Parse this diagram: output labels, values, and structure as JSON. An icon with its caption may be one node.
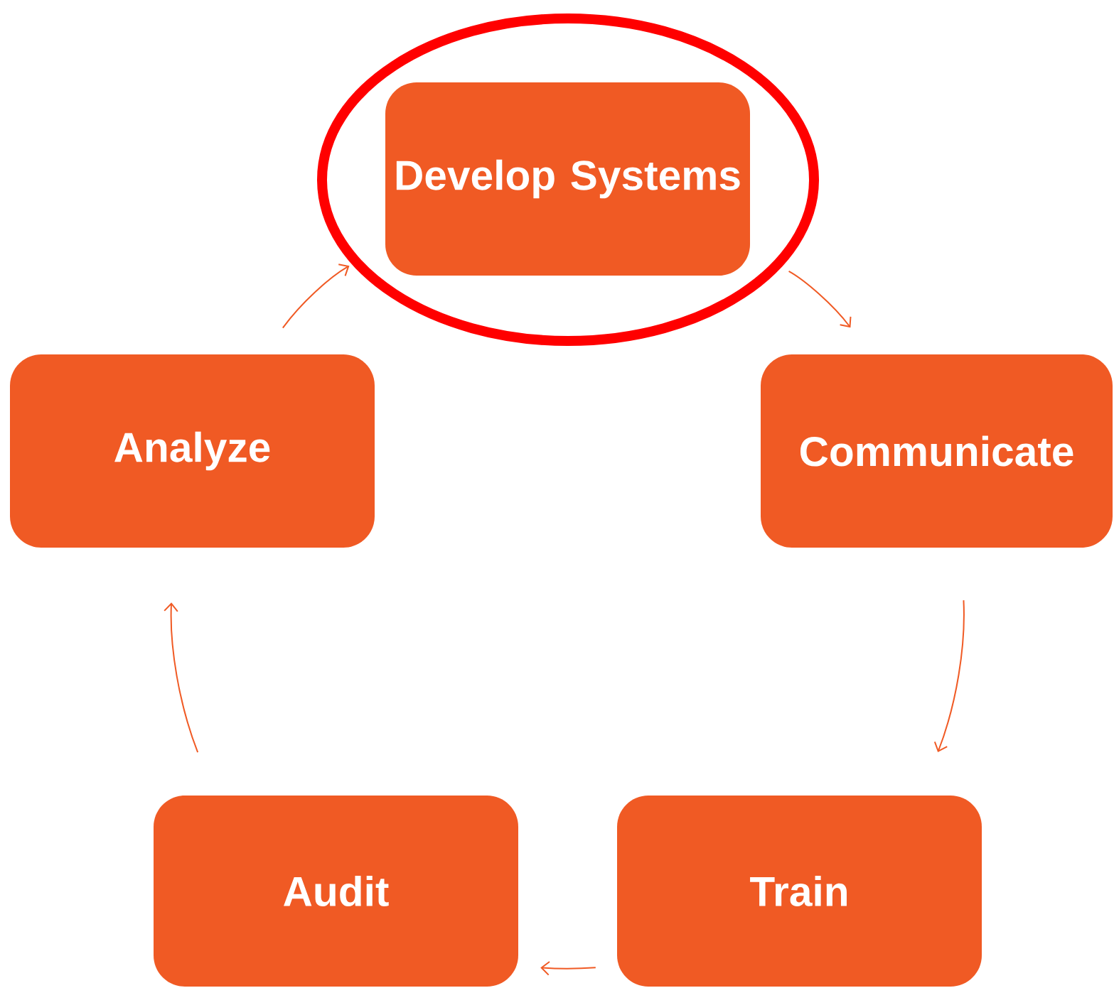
{
  "diagram": {
    "nodes": [
      {
        "text": [
          "Develop Systems"
        ]
      },
      {
        "text": [
          "Analyze"
        ]
      },
      {
        "text": [
          "Communicate"
        ]
      },
      {
        "text": [
          "Train"
        ]
      },
      {
        "text": [
          "Audit"
        ]
      }
    ],
    "edges": [
      {
        "from": 0,
        "to": 2,
        "arrow": "to"
      },
      {
        "from": 2,
        "to": 3,
        "arrow": "to"
      },
      {
        "from": 3,
        "to": 4,
        "arrow": "to"
      },
      {
        "from": 4,
        "to": 1,
        "arrow": "to"
      },
      {
        "from": 1,
        "to": 0,
        "arrow": "to"
      }
    ]
  }
}
